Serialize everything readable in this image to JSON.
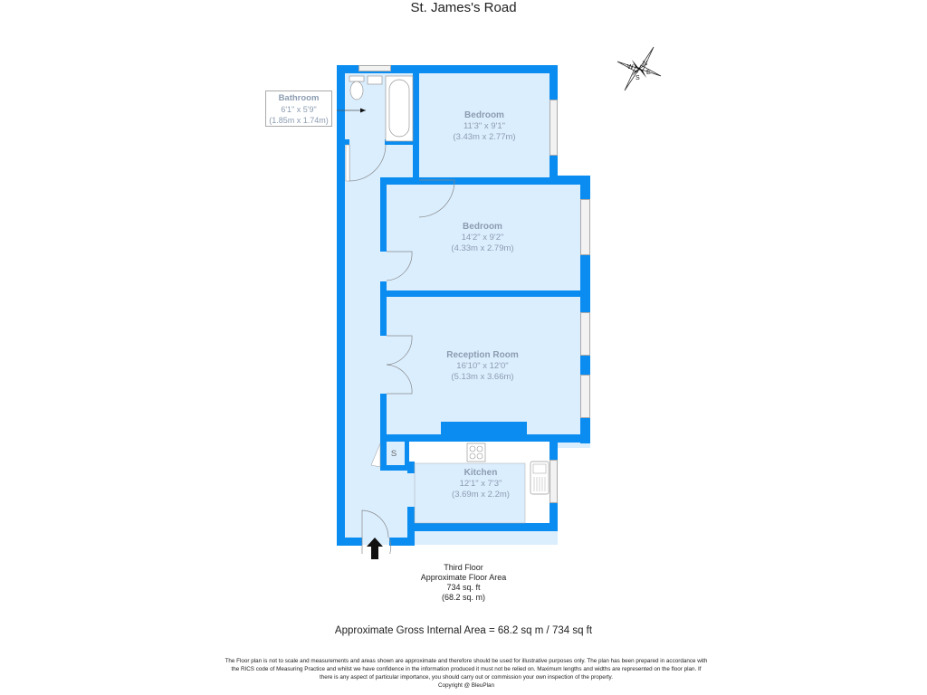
{
  "title": "St. James's Road",
  "rooms": [
    {
      "name": "Bathroom",
      "imperial": "6'1\" x 5'9\"",
      "metric": "(1.85m x 1.74m)"
    },
    {
      "name": "Bedroom",
      "imperial": "11'3\" x 9'1\"",
      "metric": "(3.43m x 2.77m)"
    },
    {
      "name": "Bedroom",
      "imperial": "14'2\" x 9'2\"",
      "metric": "(4.33m x 2.79m)"
    },
    {
      "name": "Reception Room",
      "imperial": "16'10\" x 12'0\"",
      "metric": "(5.13m x 3.66m)"
    },
    {
      "name": "Kitchen",
      "imperial": "12'1\" x 7'3\"",
      "metric": "(3.69m x 2.2m)"
    }
  ],
  "storage_label": "S",
  "compass": {
    "n": "N",
    "e": "E",
    "s": "S",
    "w": "W"
  },
  "floor_summary": {
    "floor": "Third Floor",
    "label": "Approximate Floor Area",
    "sqft": "734 sq. ft",
    "sqm": "(68.2 sq. m)"
  },
  "gross_internal_area": "Approximate Gross Internal Area = 68.2 sq m / 734 sq ft",
  "disclaimer": [
    "The Floor plan is not to scale and measurements and areas shown are approximate and therefore should be used for illustrative purposes only. The plan has been prepared in accordance with",
    "the RICS code of Measuring Practice and whilst we have confidence in the information produced it must not be relied on. Maximum lengths and widths are represented on the floor plan. If",
    "there is any aspect of particular importance, you should carry out or commission your own inspection of the property.",
    "Copyright @ BleuPlan"
  ],
  "colors": {
    "wall": "#0a8cf0",
    "floor": "#dbeefe",
    "label": "#8c9cb0"
  }
}
